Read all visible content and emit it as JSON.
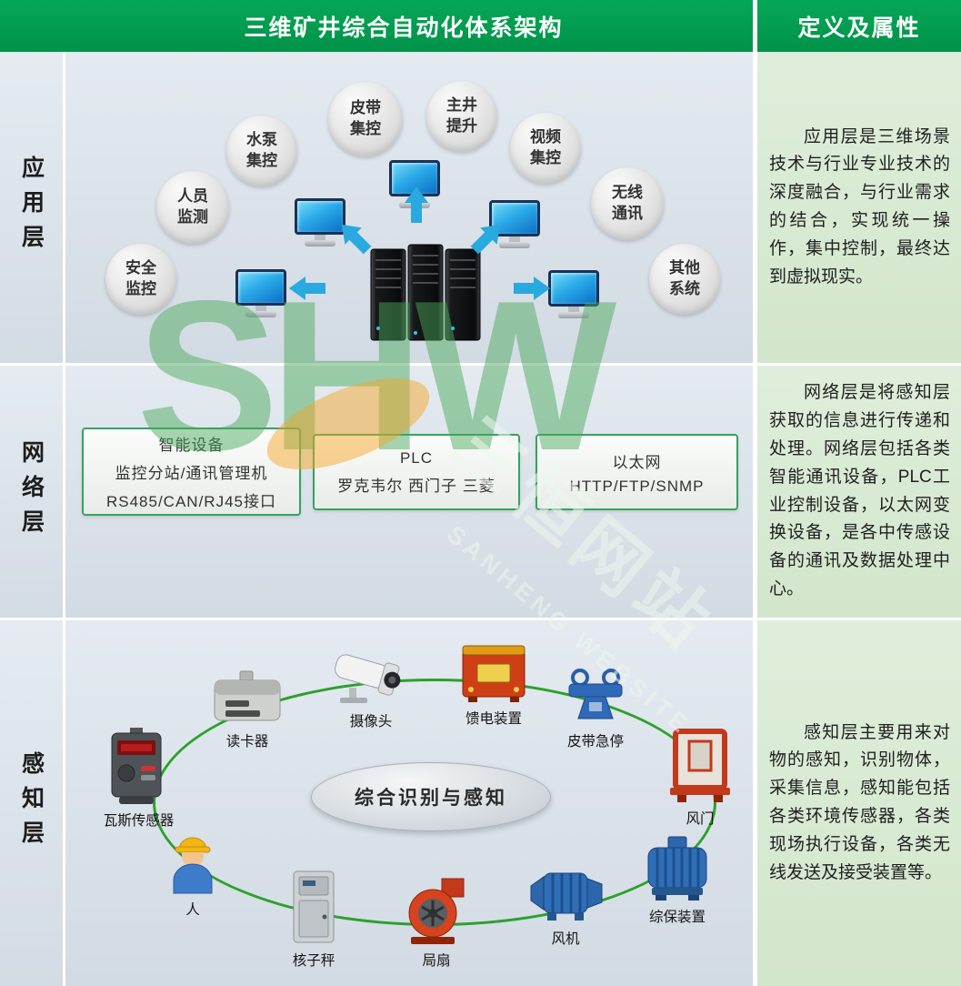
{
  "colors": {
    "header_green": "#019e4b",
    "panel_blue_gray": "#dce3eb",
    "right_panel_green": "#d9e9d3",
    "net_box_border_green": "#33a45c",
    "ring_green": "#2ca02c",
    "arrow_blue": "#29a9e0",
    "monitor_screen_blue": "#2baae8"
  },
  "header": {
    "title": "三维矿井综合自动化体系架构",
    "right_title": "定义及属性"
  },
  "layers": [
    {
      "label": "应用层",
      "description": "应用层是三维场景技术与行业专业技术的深度融合，与行业需求的结合，实现统一操作，集中控制，最终达到虚拟现实。"
    },
    {
      "label": "网络层",
      "description": "网络层是将感知层获取的信息进行传递和处理。网络层包括各类智能通讯设备，PLC工业控制设备，以太网变换设备，是各中传感设备的通讯及数据处理中心。"
    },
    {
      "label": "感知层",
      "description": "感知层主要用来对物的感知，识别物体，采集信息，感知能包括各类环境传感器，各类现场执行设备，各类无线发送及接受装置等。"
    }
  ],
  "application_layer": {
    "bubbles": [
      "安全监控",
      "人员监测",
      "水泵集控",
      "皮带集控",
      "主井提升",
      "视频集控",
      "无线通讯",
      "其他系统"
    ]
  },
  "network_layer": {
    "boxes": [
      {
        "lines": [
          "智能设备",
          "监控分站/通讯管理机",
          "RS485/CAN/RJ45接口"
        ]
      },
      {
        "lines": [
          "PLC",
          "罗克韦尔 西门子 三菱"
        ]
      },
      {
        "lines": [
          "以太网",
          "HTTP/FTP/SNMP"
        ]
      }
    ]
  },
  "perception_layer": {
    "center_label": "综合识别与感知",
    "devices": [
      {
        "label": "瓦斯传感器"
      },
      {
        "label": "读卡器"
      },
      {
        "label": "摄像头"
      },
      {
        "label": "馈电装置"
      },
      {
        "label": "皮带急停"
      },
      {
        "label": "风门"
      },
      {
        "label": "综保装置"
      },
      {
        "label": "风机"
      },
      {
        "label": "局扇"
      },
      {
        "label": "核子秤"
      },
      {
        "label": "人"
      }
    ]
  },
  "watermark": {
    "logo": "SHW",
    "cn": "三恒网站",
    "en": "SANHENG WEBSITE"
  }
}
